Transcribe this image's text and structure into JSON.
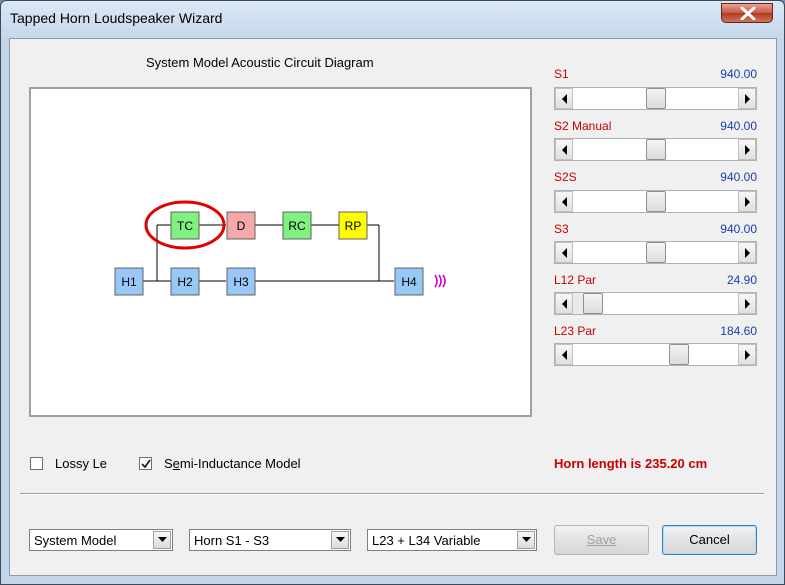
{
  "window": {
    "title": "Tapped Horn Loudspeaker Wizard"
  },
  "diagram": {
    "title": "System Model Acoustic Circuit Diagram",
    "nodes": {
      "tc": "TC",
      "d": "D",
      "rc": "RC",
      "rp": "RP",
      "h1": "H1",
      "h2": "H2",
      "h3": "H3",
      "h4": "H4"
    },
    "colors": {
      "tc": "#80f080",
      "d": "#f4a8a8",
      "rc": "#80f080",
      "rp": "#ffff00",
      "h": "#99c8f8",
      "highlight": "#e00000",
      "sound": "#d000d0"
    }
  },
  "params": [
    {
      "label": "S1",
      "value": "940.00",
      "position": 0.5
    },
    {
      "label": "S2  Manual",
      "value": "940.00",
      "position": 0.5
    },
    {
      "label": "S2S",
      "value": "940.00",
      "position": 0.5
    },
    {
      "label": "S3",
      "value": "940.00",
      "position": 0.5
    },
    {
      "label": "L12  Par",
      "value": "24.90",
      "position": 0.1
    },
    {
      "label": "L23  Par",
      "value": "184.60",
      "position": 0.67
    }
  ],
  "options": {
    "lossy_le": {
      "label": "Lossy Le",
      "checked": false
    },
    "semi_inductance": {
      "label_pre": "S",
      "label_underlined": "e",
      "label_post": "mi-Inductance Model",
      "checked": true
    }
  },
  "status": "Horn length is 235.20 cm",
  "footer": {
    "model_select": "System Model",
    "horn_select": "Horn S1 - S3",
    "length_select": "L23 + L34 Variable",
    "save_label": "Save",
    "cancel_label": "Cancel"
  }
}
